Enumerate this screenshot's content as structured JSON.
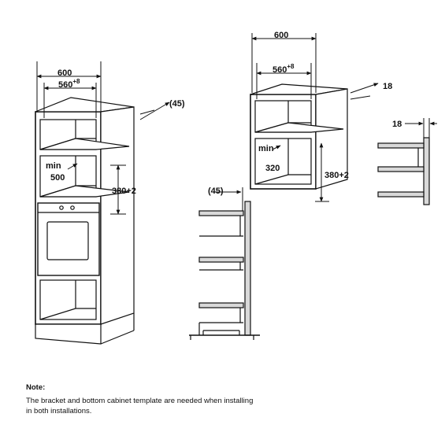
{
  "tall_cabinet": {
    "width_label": "600",
    "inner_width_label": "560",
    "inner_width_tolerance": "+8",
    "depth_label": "(45)",
    "min_label": "min",
    "min_height_label": "500",
    "opening_height_label": "380+2"
  },
  "wall_cabinet": {
    "width_label": "600",
    "inner_width_label": "560",
    "inner_width_tolerance": "+8",
    "panel_thickness_label": "18",
    "min_label": "min",
    "min_height_label": "320",
    "opening_height_label": "380+2"
  },
  "side_section": {
    "depth_label": "(45)"
  },
  "bracket_detail": {
    "thickness_label": "18"
  },
  "note": {
    "title": "Note:",
    "line1": "The bracket and bottom cabinet template are needed when installing",
    "line2": "in both installations."
  }
}
